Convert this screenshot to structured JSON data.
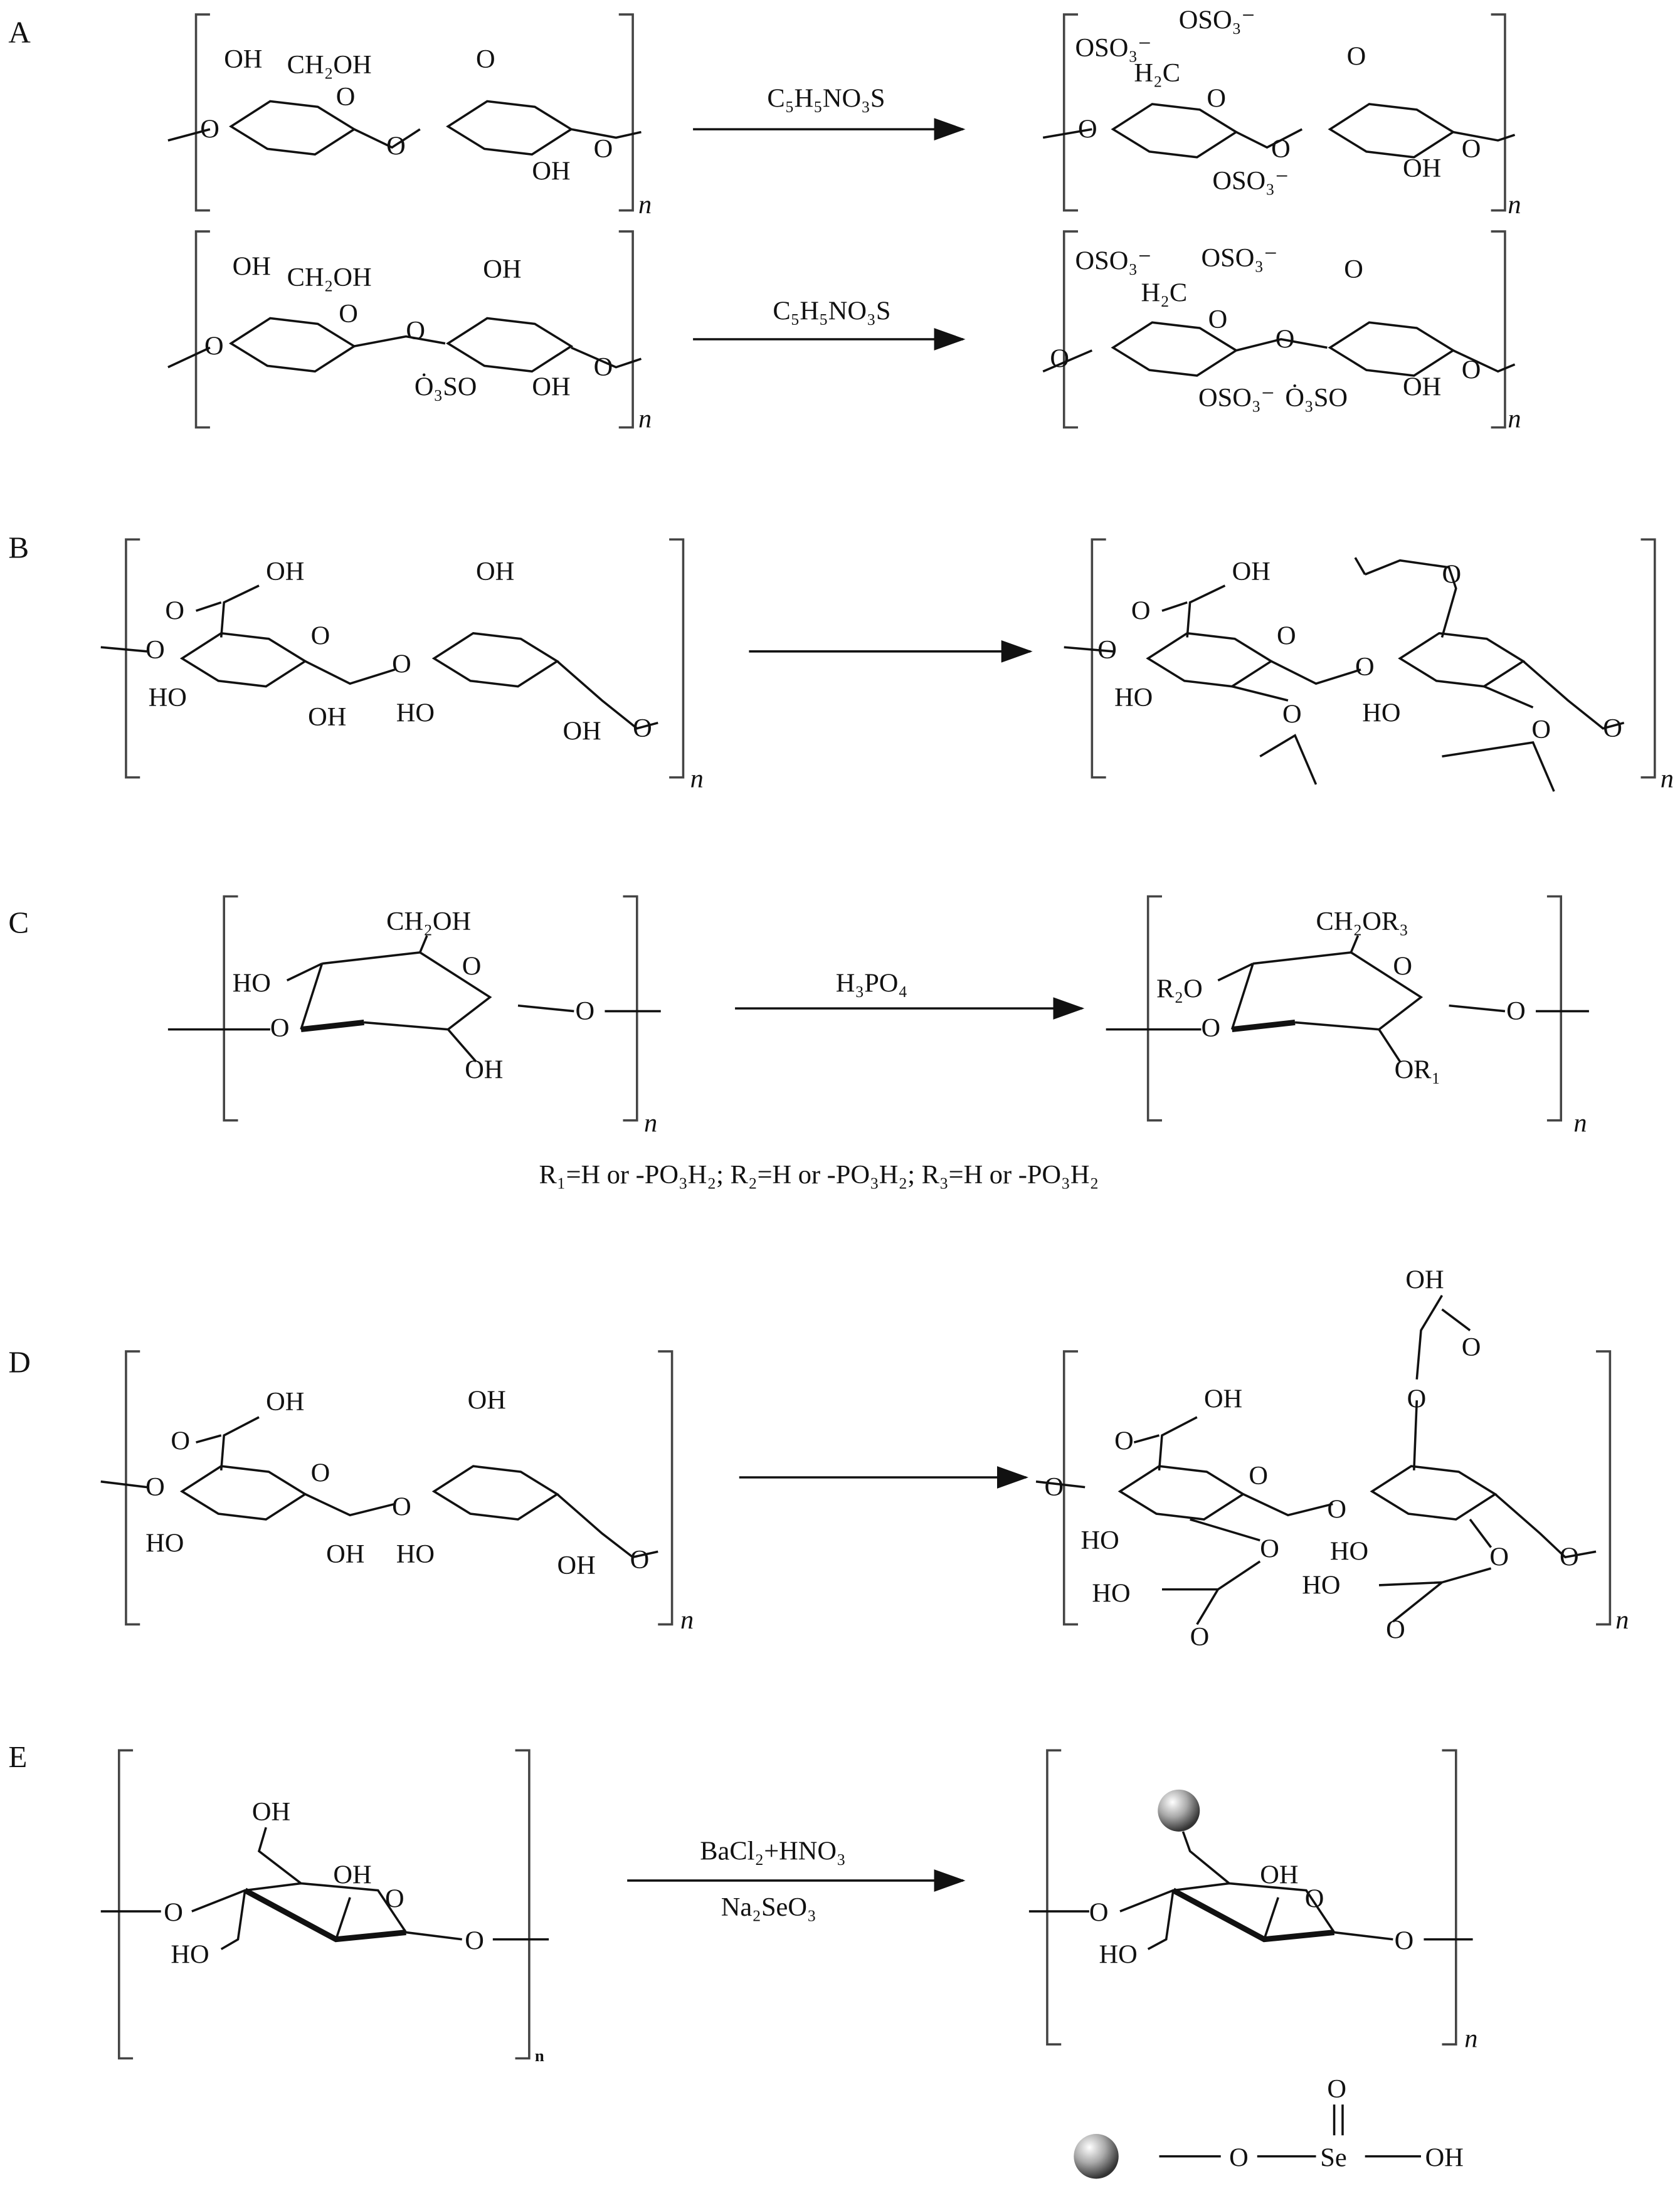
{
  "panels": {
    "A": {
      "label": "A",
      "r1_reactant": [
        "OH",
        "CH₂OH",
        "O",
        "O",
        "O",
        "O",
        "OH",
        "O",
        "n"
      ],
      "r1_reagent": "C₅H₅NO₃S",
      "r1_product": [
        "OSO₃⁻",
        "OSO₃⁻",
        "H₂C",
        "O",
        "O",
        "O",
        "OSO₃⁻",
        "O",
        "OH",
        "O",
        "n"
      ],
      "r2_reactant": [
        "OH",
        "CH₂OH",
        "O",
        "O",
        "O",
        "OH",
        "Ȯ₃SO",
        "OH",
        "O",
        "n"
      ],
      "r2_reagent": "C₅H₅NO₃S",
      "r2_product": [
        "OSO₃⁻",
        "OSO₃⁻",
        "H₂C",
        "O",
        "O",
        "O",
        "O",
        "OSO₃⁻",
        "Ȯ₃SO",
        "OH",
        "O",
        "n"
      ]
    },
    "B": {
      "label": "B",
      "reactant": [
        "OH",
        "O",
        "O",
        "O",
        "O",
        "OH",
        "HO",
        "OH",
        "HO",
        "OH",
        "O",
        "n"
      ],
      "product": [
        "OH",
        "O",
        "O",
        "O",
        "O",
        "O",
        "HO",
        "O",
        "HO",
        "O",
        "O",
        "n"
      ]
    },
    "C": {
      "label": "C",
      "reactant": [
        "CH₂OH",
        "O",
        "HO",
        "O",
        "O",
        "OH",
        "n"
      ],
      "reagent": "H₃PO₄",
      "product": [
        "CH₂OR₃",
        "O",
        "R₂O",
        "O",
        "O",
        "OR₁",
        "n"
      ],
      "footnote": "R₁=H or -PO₃H₂; R₂=H or -PO₃H₂; R₃=H or -PO₃H₂"
    },
    "D": {
      "label": "D",
      "reactant": [
        "OH",
        "O",
        "O",
        "O",
        "O",
        "OH",
        "HO",
        "OH",
        "HO",
        "OH",
        "O",
        "n"
      ],
      "product": [
        "OH",
        "O",
        "O",
        "OH",
        "O",
        "O",
        "O",
        "O",
        "HO",
        "O",
        "HO",
        "O",
        "O",
        "HO",
        "O",
        "HO",
        "O",
        "n"
      ]
    },
    "E": {
      "label": "E",
      "reactant": [
        "OH",
        "OH",
        "O",
        "O",
        "HO",
        "O",
        "n"
      ],
      "reagent_top": "BaCl₂+HNO₃",
      "reagent_bottom": "Na₂SeO₃",
      "product": [
        "OH",
        "O",
        "O",
        "HO",
        "O",
        "n"
      ],
      "legend": [
        "O",
        "Se",
        "O",
        "OH"
      ]
    }
  }
}
